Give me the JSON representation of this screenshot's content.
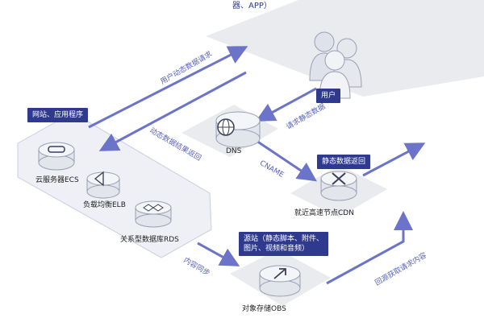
{
  "top_label": "器、APP）",
  "user_label": "用户",
  "dns_label": "DNS",
  "site_tag": "网站、应用程序",
  "ecs_label": "云服务器ECS",
  "elb_label": "负载均衡ELB",
  "rds_label": "关系型数据库RDS",
  "cdn_tag": "静态数据返回",
  "cdn_label": "就近高速节点CDN",
  "obs_tag_lines": [
    "源站（静态脚本、附件、",
    "图片、视频和音频）"
  ],
  "obs_label": "对象存储OBS",
  "flow": {
    "user_dynamic": "用户动态数据请求",
    "dynamic_return": "动态数据结果返回",
    "request_static": "请求静态数据",
    "cname": "CNAME",
    "sync": "内容同步",
    "origin_pull": "回源获取请求内容"
  },
  "colors": {
    "accent": "#2f3a8f",
    "arrow": "#6b74c9",
    "plate": "#e9ebef"
  }
}
